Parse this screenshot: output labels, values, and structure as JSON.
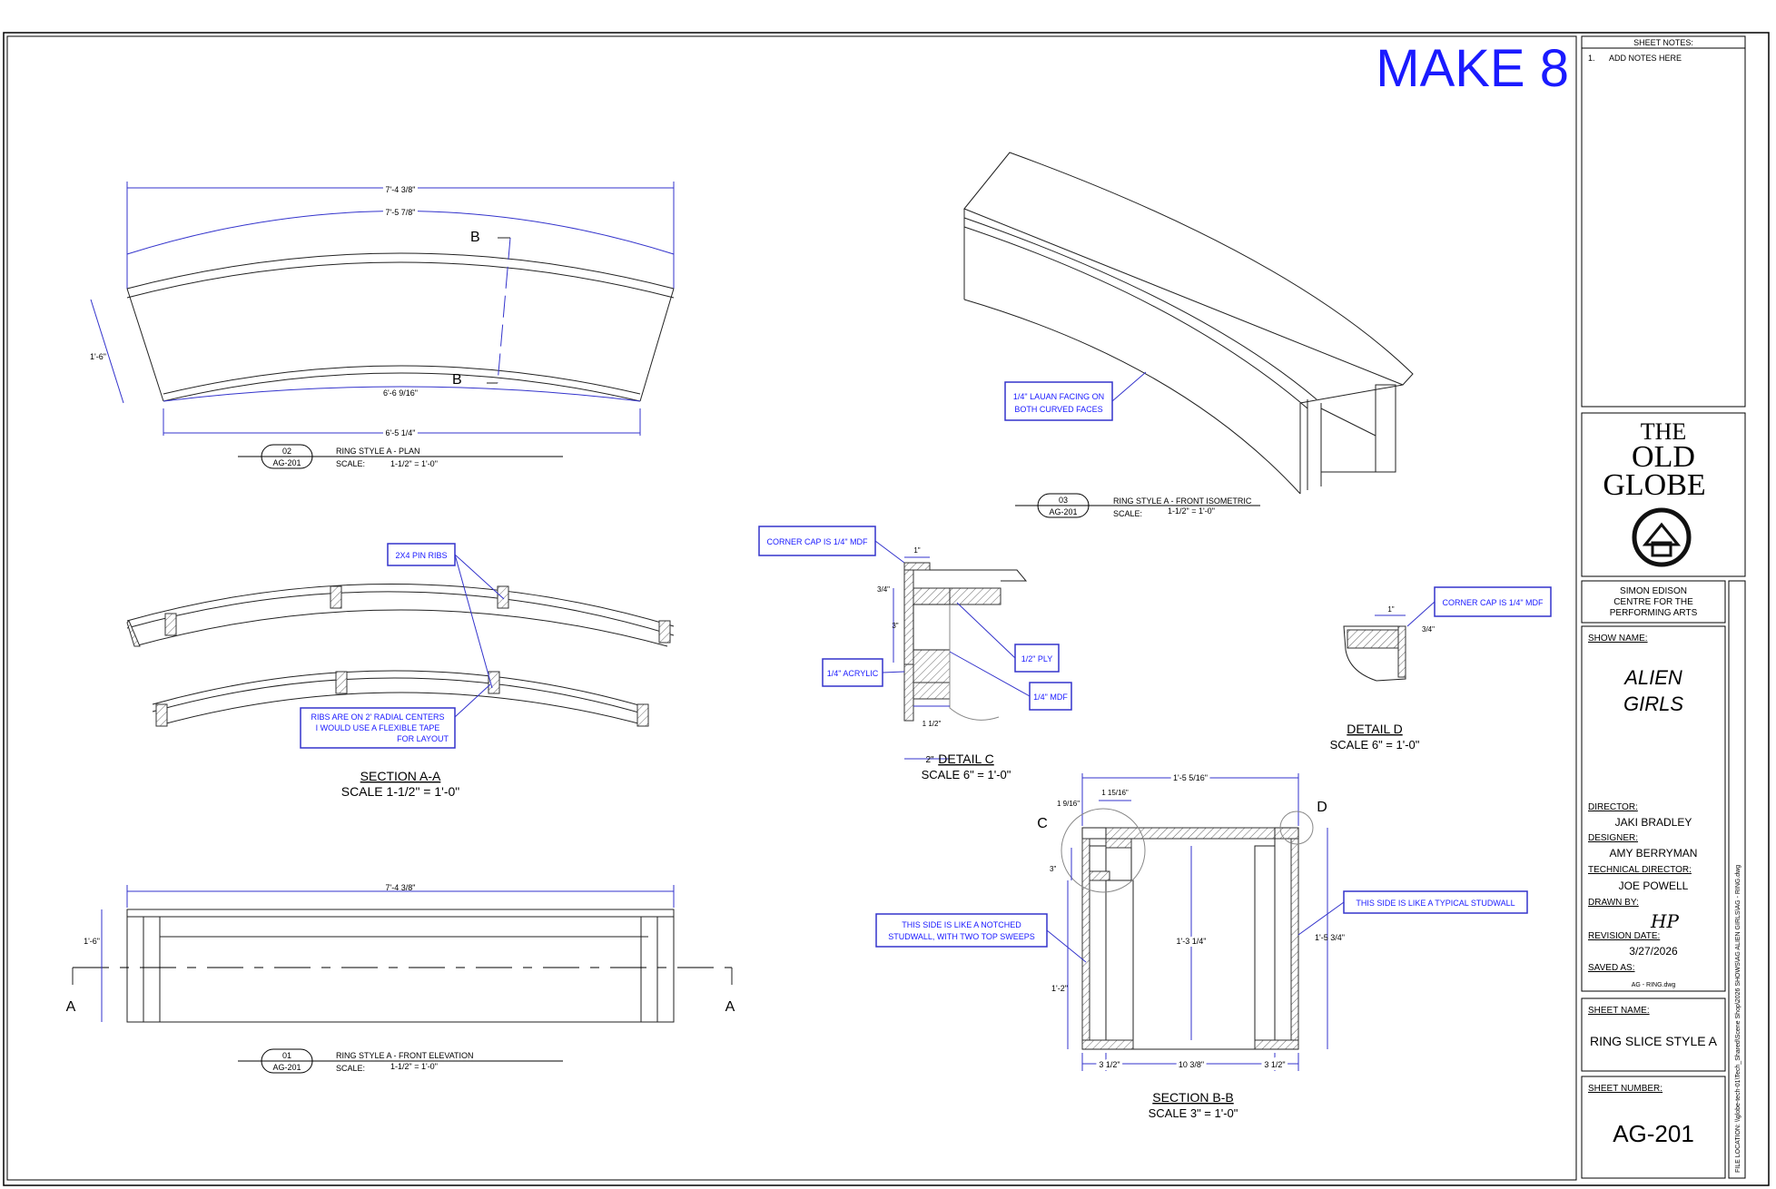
{
  "make_label": "MAKE 8",
  "sheet_notes": {
    "title": "SHEET NOTES:",
    "item_num": "1.",
    "item_text": "ADD NOTES HERE"
  },
  "logo": {
    "line1": "THE",
    "line2": "OLD",
    "line3": "GLOBE"
  },
  "venue": {
    "line1": "SIMON EDISON",
    "line2": "CENTRE FOR THE",
    "line3": "PERFORMING ARTS"
  },
  "show": {
    "label": "SHOW NAME:",
    "line1": "ALIEN",
    "line2": "GIRLS"
  },
  "credits": {
    "director_label": "DIRECTOR:",
    "director": "JAKI BRADLEY",
    "designer_label": "DESIGNER:",
    "designer": "AMY BERRYMAN",
    "td_label": "TECHNICAL DIRECTOR:",
    "td": "JOE POWELL",
    "drawn_label": "DRAWN BY:",
    "drawn": "HP",
    "revision_label": "REVISION DATE:",
    "revision": "3/27/2026",
    "saved_label": "SAVED AS:",
    "saved": "AG - RING.dwg"
  },
  "sheet_name": {
    "label": "SHEET NAME:",
    "value": "RING SLICE STYLE A"
  },
  "sheet_number": {
    "label": "SHEET NUMBER:",
    "value": "AG-201"
  },
  "file_location": "FILE LOCATION: \\\\globe-tech-01\\Tech_Shared\\Scene Shop\\2026 SHOWS\\AG ALIEN GIRLS\\AG - RING.dwg",
  "plan": {
    "dim_top": "7'-4 3/8\"",
    "arc_top": "7'-5 7/8\"",
    "dim_side": "1'-6\"",
    "arc_bottom": "6'-6 9/16\"",
    "dim_bottom": "6'-5 1/4\"",
    "cut_top": "B",
    "cut_bottom": "B",
    "tag_num": "02",
    "tag_sheet": "AG-201",
    "title": "RING STYLE A - PLAN",
    "scale_label": "SCALE:",
    "scale": "1-1/2\" = 1'-0\""
  },
  "iso": {
    "note_line1": "1/4\" LAUAN FACING ON",
    "note_line2": "BOTH CURVED FACES",
    "tag_num": "03",
    "tag_sheet": "AG-201",
    "title": "RING STYLE A - FRONT ISOMETRIC",
    "scale_label": "SCALE:",
    "scale": "1-1/2\" = 1'-0\""
  },
  "section_aa": {
    "note1": "2X4 PIN RIBS",
    "note2_line1": "RIBS ARE ON 2' RADIAL CENTERS",
    "note2_line2": "I WOULD USE A FLEXIBLE TAPE",
    "note2_line3": "FOR LAYOUT",
    "title": "SECTION A-A",
    "scale": "SCALE 1-1/2\" = 1'-0\""
  },
  "elevation": {
    "dim_top": "7'-4 3/8\"",
    "dim_side": "1'-6\"",
    "cut_left": "A",
    "cut_right": "A",
    "tag_num": "01",
    "tag_sheet": "AG-201",
    "title": "RING STYLE A - FRONT ELEVATION",
    "scale_label": "SCALE:",
    "scale": "1-1/2\" = 1'-0\""
  },
  "detail_c": {
    "cap_note": "CORNER CAP IS 1/4\" MDF",
    "dim_top": "1\"",
    "dim_left": "3/4\"",
    "dim_mid": "3\"",
    "acrylic": "1/4\" ACRYLIC",
    "ply": "1/2\" PLY",
    "mdf": "1/4\" MDF",
    "dim_half": "1 1/2\"",
    "dim_bottom": "2\"",
    "title": "DETAIL C",
    "scale": "SCALE 6\" = 1'-0\""
  },
  "detail_d": {
    "cap_note": "CORNER CAP IS 1/4\" MDF",
    "dim_top": "1\"",
    "dim_side": "3/4\"",
    "title": "DETAIL D",
    "scale": "SCALE 6\" = 1'-0\""
  },
  "section_bb": {
    "dim_top": "1'-5 5/16\"",
    "dim_a": "1 15/16\"",
    "dim_b": "1 9/16\"",
    "dim_3": "3\"",
    "dim_mid": "1'-3 1/4\"",
    "dim_right": "1'-5 3/4\"",
    "dim_left": "1'-2\"",
    "dim_b1": "3 1/2\"",
    "dim_b2": "10 3/8\"",
    "dim_b3": "3 1/2\"",
    "callout_c": "C",
    "callout_d": "D",
    "note_left1": "THIS SIDE IS LIKE A NOTCHED",
    "note_left2": "STUDWALL, WITH TWO TOP SWEEPS",
    "note_right": "THIS SIDE IS LIKE A TYPICAL STUDWALL",
    "title": "SECTION B-B",
    "scale": "SCALE 3\" = 1'-0\""
  }
}
